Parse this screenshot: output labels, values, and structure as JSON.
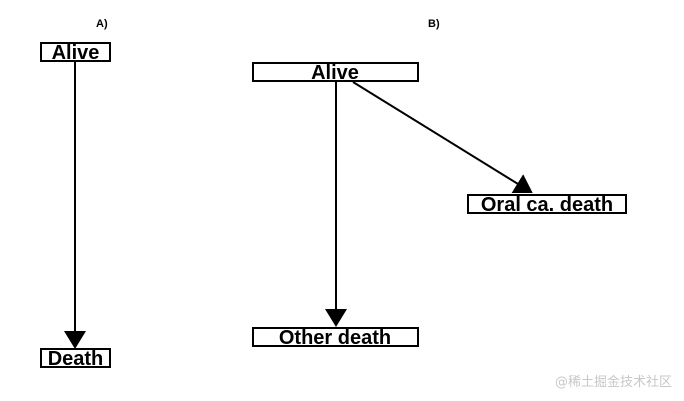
{
  "panels": {
    "a": {
      "label": "A)",
      "alive": "Alive",
      "death": "Death"
    },
    "b": {
      "label": "B)",
      "alive": "Alive",
      "oral_death": "Oral ca. death",
      "other_death": "Other death"
    }
  },
  "watermark": "@稀土掘金技术社区",
  "colors": {
    "stroke": "#000000",
    "background": "#ffffff",
    "watermark": "#c8c8c8"
  }
}
